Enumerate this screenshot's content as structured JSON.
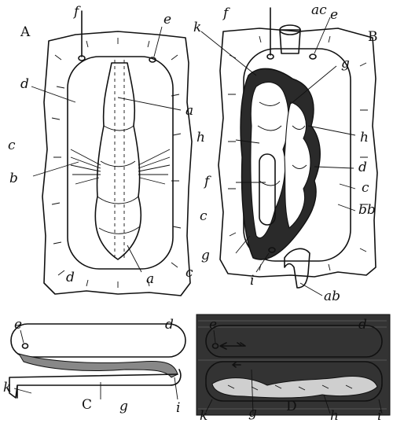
{
  "panels": {
    "A": {
      "panel_label": "A",
      "labels": {
        "f": "f",
        "e": "e",
        "d_upper": "d",
        "a_upper": "a",
        "c_left": "c",
        "b": "b",
        "d_lower": "d",
        "a_lower": "a",
        "c_right": "c"
      }
    },
    "B": {
      "panel_label": "B",
      "labels": {
        "f": "f",
        "ac": "ac",
        "e": "e",
        "k": "k",
        "g_upper": "g",
        "h_left": "h",
        "h_right": "h",
        "f_inner": "f",
        "d": "d",
        "c_right": "c",
        "c_left": "c",
        "bb": "bb",
        "g_lower": "g",
        "i": "i",
        "ab": "ab"
      }
    },
    "C": {
      "panel_label": "C",
      "labels": {
        "e": "e",
        "d": "d",
        "k": "k",
        "g": "g",
        "i": "i"
      }
    },
    "D": {
      "panel_label": "D",
      "labels": {
        "e": "e",
        "d": "d",
        "g": "g",
        "k": "k",
        "h": "h",
        "i": "i"
      }
    }
  }
}
